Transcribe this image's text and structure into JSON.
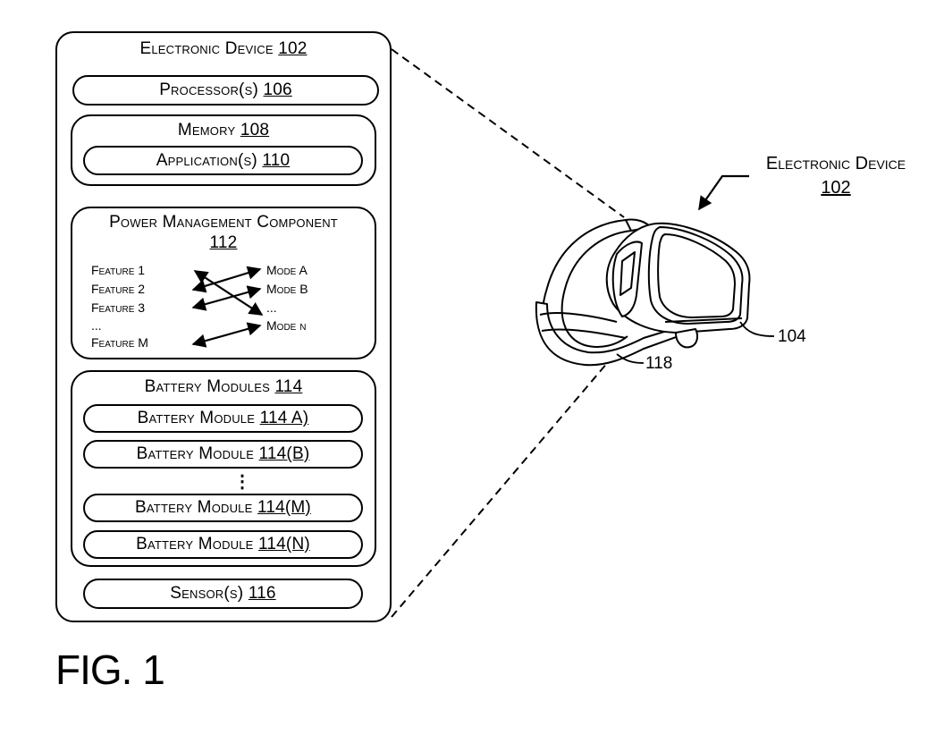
{
  "device": {
    "name": "Electronic Device",
    "ref": "102"
  },
  "processor": {
    "name": "Processor(s)",
    "ref": "106"
  },
  "memory": {
    "name": "Memory",
    "ref": "108"
  },
  "application": {
    "name": "Application(s)",
    "ref": "110"
  },
  "power": {
    "name": "Power Management Component",
    "ref": "112",
    "features": [
      "Feature 1",
      "Feature 2",
      "Feature 3",
      "...",
      "Feature M"
    ],
    "modes": [
      "Mode A",
      "Mode B",
      "...",
      "Mode n"
    ]
  },
  "battery": {
    "name": "Battery Modules",
    "ref": "114",
    "module_name": "Battery Module",
    "modules": [
      "114 A)",
      "114(B)",
      "114(M)",
      "114(N)"
    ],
    "ellipsis": "⋮"
  },
  "sensor": {
    "name": "Sensor(s)",
    "ref": "116"
  },
  "headset": {
    "label_line1": "Electronic Device",
    "label_ref": "102",
    "callout_display": "104",
    "callout_strap": "118"
  },
  "figure": {
    "label": "FIG. 1"
  }
}
